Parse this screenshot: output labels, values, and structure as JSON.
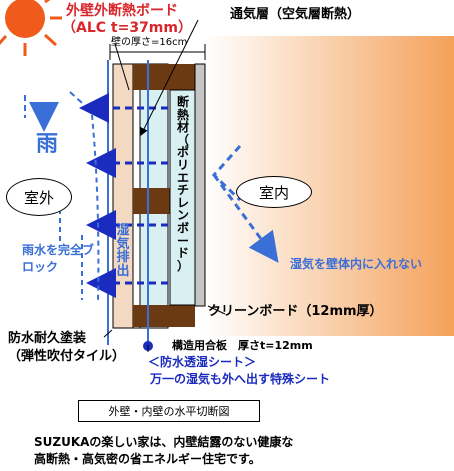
{
  "title_board": "外壁外断熱ボード",
  "title_board_sub": "（ALC t=37mm）",
  "wall_thickness": "壁の厚さ=16cm",
  "ventilation_layer": "通気層（空気層断熱）",
  "insulation_label": "断熱材（ポリエチレンボード）",
  "rain_label": "雨",
  "outside_label": "室外",
  "inside_label": "室内",
  "moisture_exhaust": "湿気排出",
  "rain_block": "雨水を完全ブロック",
  "moisture_block": "湿気を壁体内に入れない",
  "clean_board": "クリーンボード（12mm厚）",
  "waterproof_paint": "防水耐久塗装",
  "waterproof_paint_sub": "（弾性吹付タイル）",
  "plywood": "構造用合板　厚さt=12mm",
  "sheet_name": "＜防水透湿シート＞",
  "sheet_desc": "万一の湿気も外へ出す特殊シート",
  "caption": "外壁・内壁の水平切断図",
  "footer_line1": "SUZUKAの楽しい家は、内壁結露のない健康な",
  "footer_line2": "高断熱・高気密の省エネルギー住宅です。",
  "colors": {
    "sun": "#f05a1a",
    "insulation": "#d8f0f2",
    "stud": "#6b3a12",
    "clean_board": "#c6c6c6",
    "arrow_blue": "#3a6fd8",
    "inside_gradient_end": "#f4a15a"
  }
}
